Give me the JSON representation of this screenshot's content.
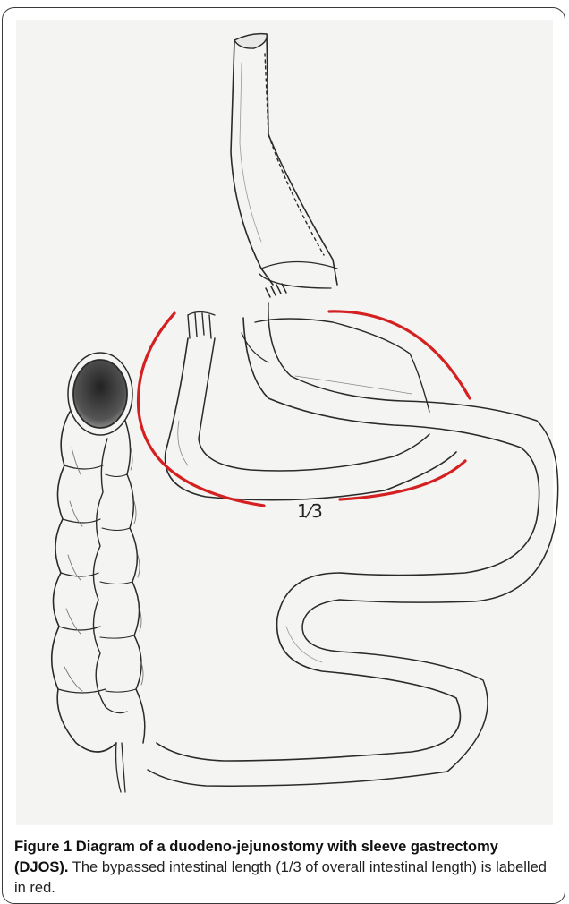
{
  "diagram": {
    "fraction_label": "1⁄3",
    "highlight_color": "#d42020"
  },
  "caption": {
    "figure_label": "Figure 1",
    "figure_title": " Diagram of a duodeno-jejunostomy with sleeve gastrectomy (DJOS).",
    "figure_text": " The bypassed intestinal length (1/3 of overall intestinal length) is labelled in red."
  }
}
